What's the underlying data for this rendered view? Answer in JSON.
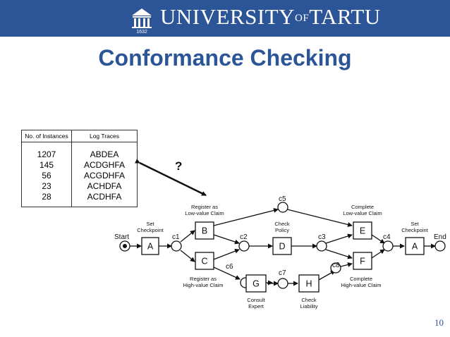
{
  "header": {
    "brand_prefix": "UNIVERSITY",
    "brand_of": "OF",
    "brand_suffix": "TARTU",
    "logo_year": "1632",
    "bg_color": "#2c5597"
  },
  "slide": {
    "title": "Conformance Checking",
    "page_number": "10",
    "question_mark": "?"
  },
  "log_table": {
    "headers": [
      "No. of Instances",
      "Log Traces"
    ],
    "rows": [
      {
        "instances": "1207",
        "trace": "ABDEA"
      },
      {
        "instances": "145",
        "trace": "ACDGHFA"
      },
      {
        "instances": "56",
        "trace": "ACGDHFA"
      },
      {
        "instances": "23",
        "trace": "ACHDFA"
      },
      {
        "instances": "28",
        "trace": "ACDHFA"
      }
    ]
  },
  "petri_net": {
    "places": {
      "start": "Start",
      "c1": "c1",
      "c2": "c2",
      "c3": "c3",
      "c4": "c4",
      "c5": "c5",
      "c6": "c6",
      "c7": "c7",
      "c8": "c8",
      "end": "End"
    },
    "transitions": {
      "A1": {
        "label": "A",
        "desc": [
          "Set",
          "Checkpoint"
        ]
      },
      "B": {
        "label": "B",
        "desc": [
          "Register as",
          "Low-value Claim"
        ]
      },
      "C": {
        "label": "C",
        "desc": [
          "Register as",
          "High-value Claim"
        ]
      },
      "D": {
        "label": "D",
        "desc": [
          "Check",
          "Policy"
        ]
      },
      "E": {
        "label": "E",
        "desc": [
          "Complete",
          "Low-value Claim"
        ]
      },
      "F": {
        "label": "F",
        "desc": [
          "Complete",
          "High-value Claim"
        ]
      },
      "G": {
        "label": "G",
        "desc": [
          "Consult",
          "Expert"
        ]
      },
      "H": {
        "label": "H",
        "desc": [
          "Check",
          "Liability"
        ]
      },
      "A2": {
        "label": "A",
        "desc": [
          "Set",
          "Checkpoint"
        ]
      }
    }
  }
}
